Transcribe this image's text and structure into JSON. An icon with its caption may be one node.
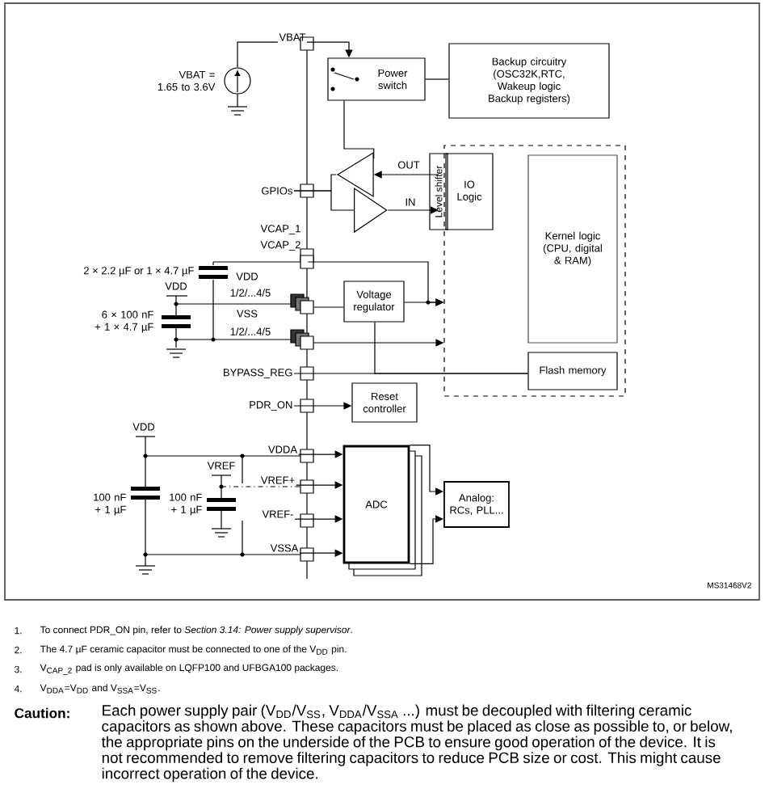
{
  "diagram": {
    "nodes": [
      {
        "text": [
          "Power switch"
        ]
      },
      {
        "text": [
          "Backup circuitry (OSC32K,RTC, Wakeup logic Backup registers)"
        ]
      },
      {
        "text": [
          "Level shifter"
        ]
      },
      {
        "text": [],
        "shape": "box"
      },
      {
        "text": [
          "IO Logic"
        ],
        "in": 3
      },
      {
        "text": [
          "Kernel logic (CPU, digital & RAM)"
        ],
        "in": 3
      },
      {
        "text": [
          "Voltage regulator"
        ]
      },
      {
        "text": [
          "Flash memory"
        ],
        "in": 3
      },
      {
        "text": [
          "Reset controller"
        ]
      },
      {
        "text": [
          "ADC"
        ]
      },
      {
        "text": [
          "Analog: RCs, PLL..."
        ]
      },
      {
        "text": [
          "VBAT"
        ]
      },
      {
        "text": [
          "BYPASS_REG"
        ]
      },
      {
        "text": [
          "PDR_ON"
        ]
      },
      {
        "text": [
          "VDDA"
        ]
      },
      {
        "text": [
          "VREF+"
        ]
      },
      {
        "text": [
          "VREF-"
        ]
      },
      {
        "text": [
          "VSSA"
        ]
      },
      {
        "text": [],
        "shape": "triangle"
      },
      {
        "text": [],
        "shape": "triangle"
      },
      {
        "text": [
          "GPIOs"
        ]
      },
      {
        "text": [],
        "shape": "box"
      },
      {
        "text": [],
        "shape": "box"
      },
      {
        "text": [],
        "shape": "bar"
      },
      {
        "text": [],
        "shape": "circle"
      }
    ],
    "edges": [
      {
        "from": 24,
        "to": 11,
        "arrow": "none"
      },
      {
        "from": 11,
        "to": 0,
        "arrow": "to"
      },
      {
        "from": 0,
        "to": 1,
        "arrow": "none"
      },
      {
        "from": 0,
        "to": 18,
        "arrow": "none"
      },
      {
        "from": 20,
        "to": 18,
        "arrow": "none"
      },
      {
        "from": 20,
        "to": 19,
        "arrow": "none"
      },
      {
        "from": 2,
        "to": 18,
        "arrow": "to",
        "label": "OUT"
      },
      {
        "from": 19,
        "to": 2,
        "arrow": "to",
        "label": "IN"
      },
      {
        "from": 21,
        "to": 6,
        "arrow": "none"
      },
      {
        "from": 6,
        "to": 3,
        "arrow": "to"
      },
      {
        "from": 23,
        "to": 3,
        "arrow": "to"
      },
      {
        "from": 22,
        "to": 3,
        "arrow": "to"
      },
      {
        "from": 12,
        "to": 7,
        "arrow": "none"
      },
      {
        "from": 6,
        "to": 7,
        "arrow": "none"
      },
      {
        "from": 13,
        "to": 8,
        "arrow": "to"
      },
      {
        "from": 14,
        "to": 9,
        "arrow": "to"
      },
      {
        "from": 15,
        "to": 9,
        "arrow": "to"
      },
      {
        "from": 16,
        "to": 9,
        "arrow": "to"
      },
      {
        "from": 17,
        "to": 9,
        "arrow": "to"
      },
      {
        "from": 9,
        "to": 10,
        "arrow": "to"
      },
      {
        "from": 9,
        "to": 10,
        "arrow": "to"
      }
    ],
    "labels": [
      "VBAT = 1.65 to 3.6V",
      "VCAP_1",
      "VCAP_2",
      "2 × 2.2 µF or 1 × 4.7 µF",
      "VDD",
      "1/2/...4/5",
      "VDD",
      "6 × 100 nF + 1 × 4.7 µF",
      "VSS",
      "1/2/...4/5",
      "VDD",
      "VREF",
      "100 nF + 1 µF",
      "100 nF + 1 µF",
      "MS31468V2",
      "1.",
      "To connect PDR_ON pin, refer to *Section 3.14: Power supply supervisor*.",
      "2.",
      "The 4.7 µF ceramic capacitor must be connected to one of the V$_{DD}$ pin.",
      "3.",
      "V$_{CAP_2}$ pad is only available on LQFP100 and UFBGA100 packages.",
      "4.",
      "V$_{DDA}$=V$_{DD}$ and V$_{SSA}$=V$_{SS}$.",
      "Caution:",
      "Each power supply pair (V$_{DD}$/V$_{SS}$, V$_{DDA}$/V$_{SSA}$ ...) must be decoupled with filtering ceramic capacitors as shown above. These capacitors must be placed as close as possible to, or below, the appropriate pins on the underside of the PCB to ensure good operation of the device. It is not recommended to remove filtering capacitors to reduce PCB size or cost. This might cause incorrect operation of the device."
    ]
  }
}
